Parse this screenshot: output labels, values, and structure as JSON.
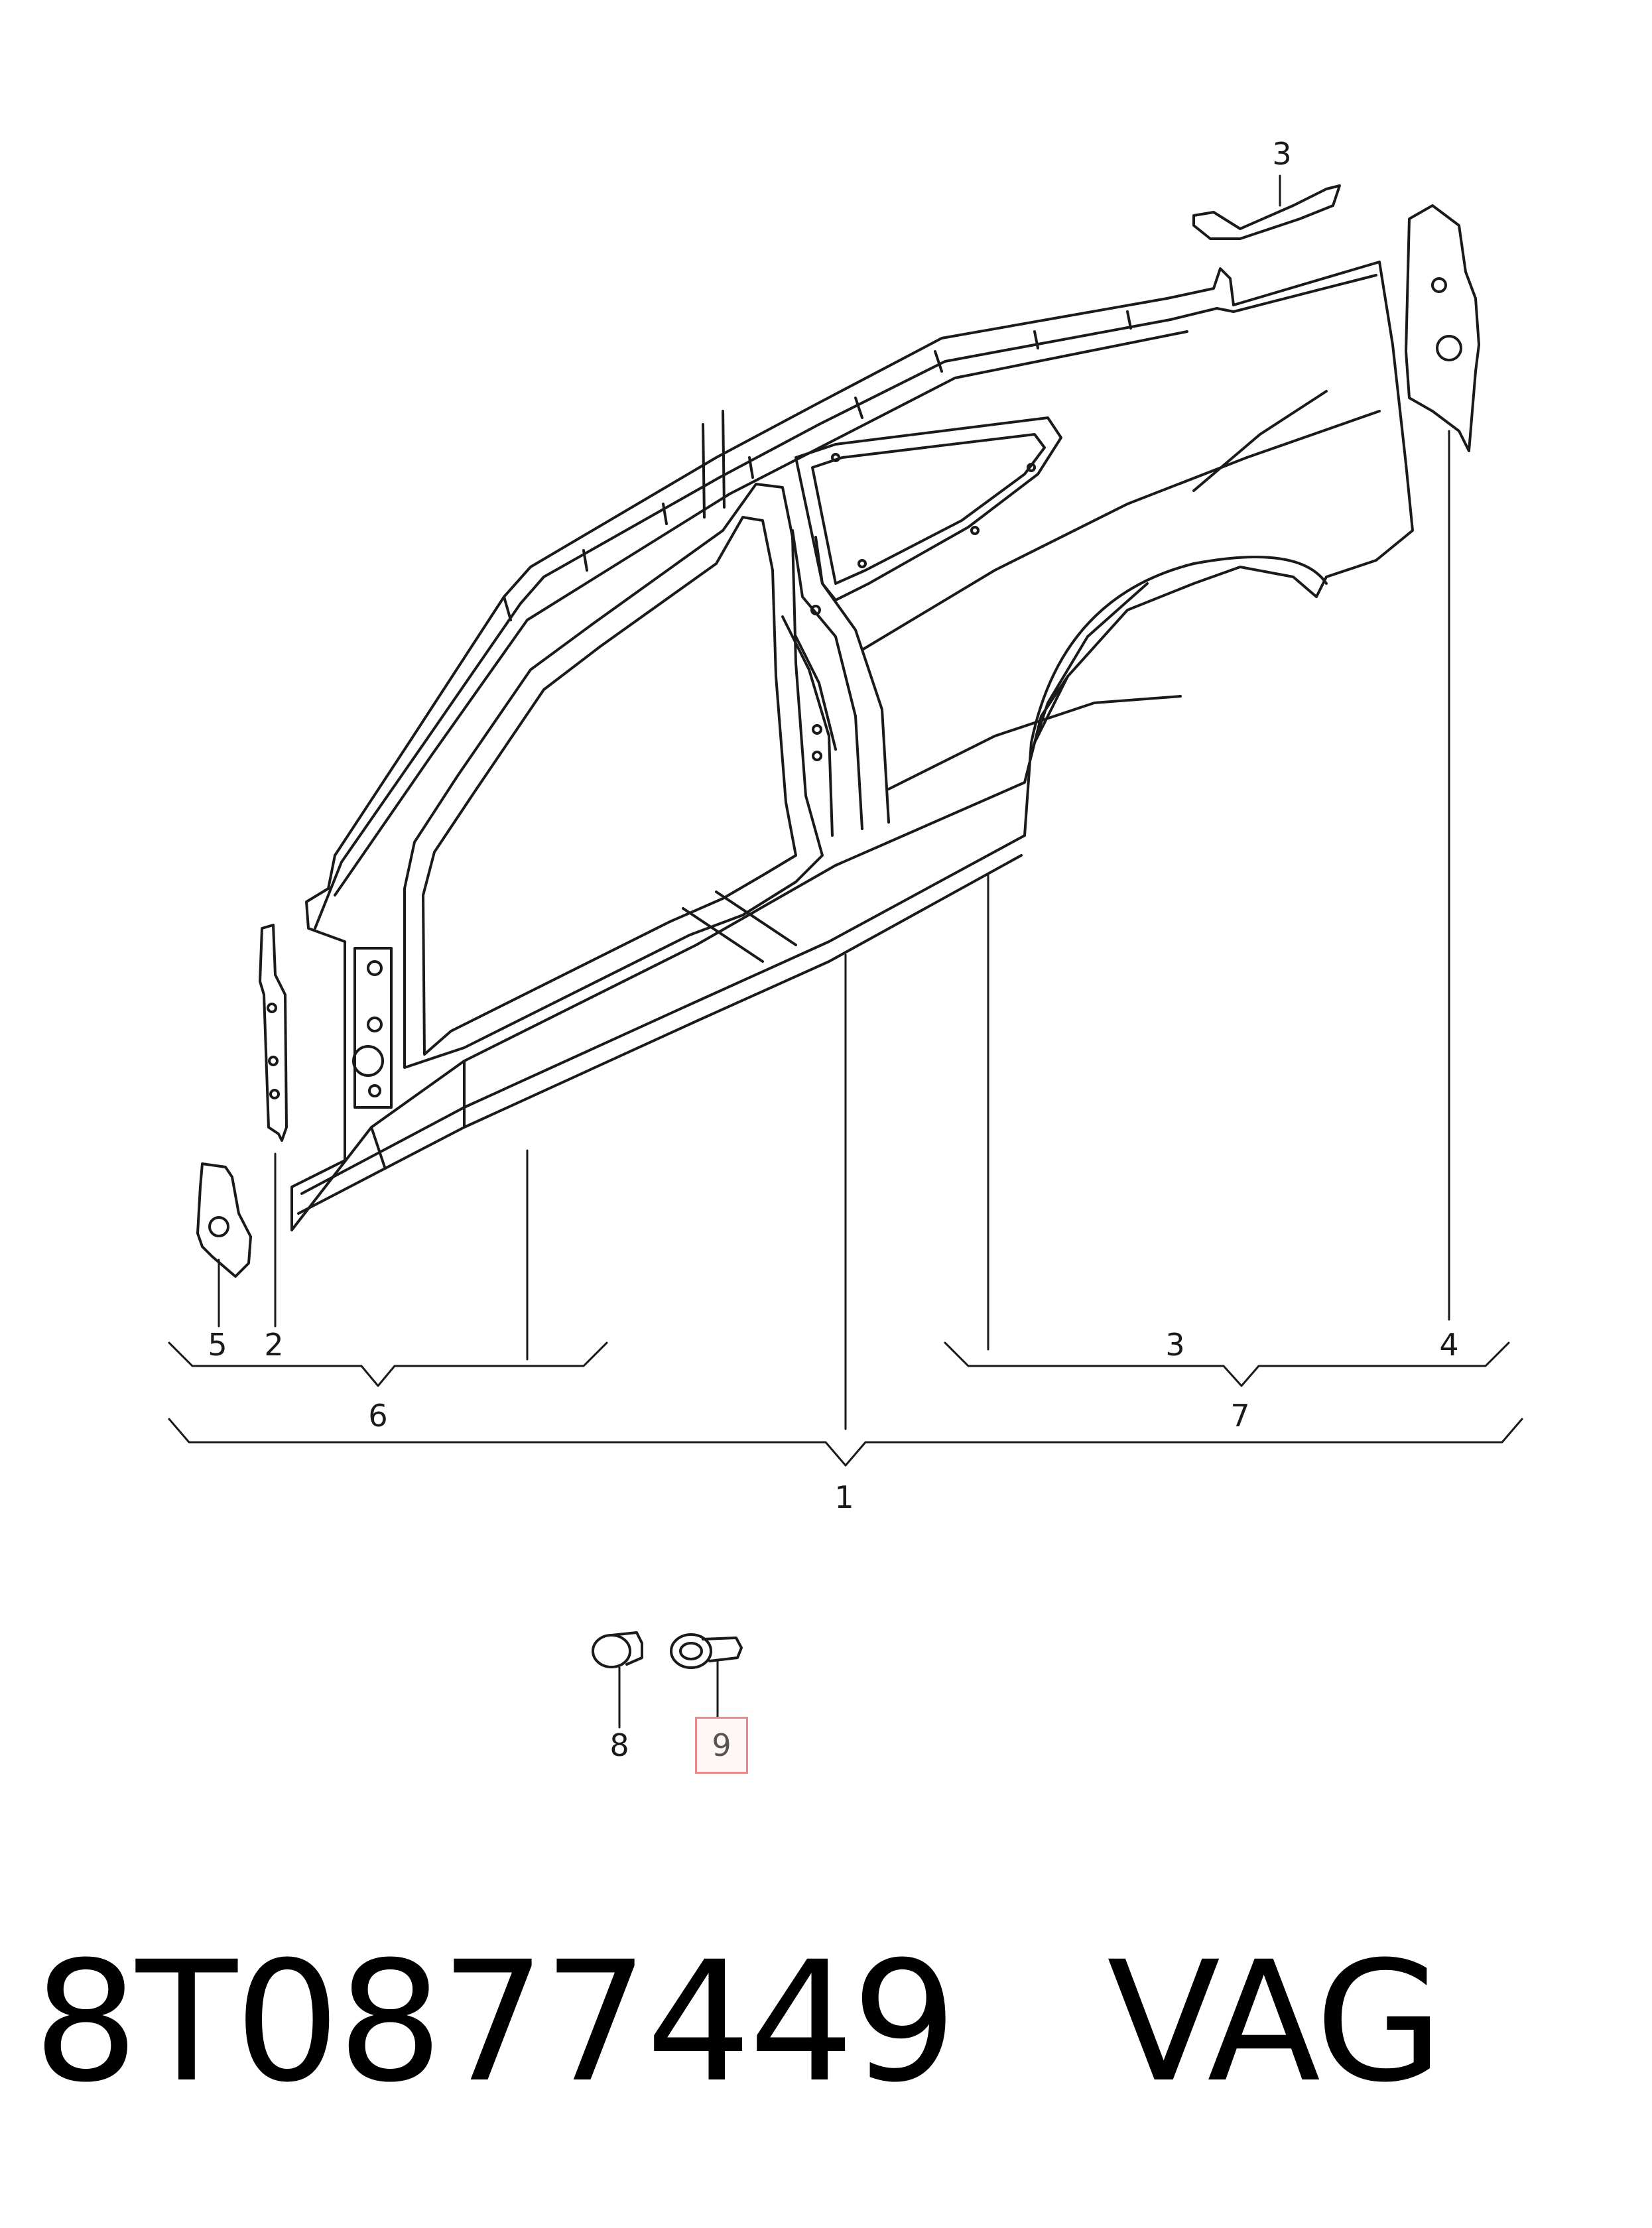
{
  "callouts": {
    "c1": "1",
    "c2": "2",
    "c3_top": "3",
    "c3_bottom": "3",
    "c4": "4",
    "c5": "5",
    "c6": "6",
    "c7": "7",
    "c8": "8",
    "c9": "9"
  },
  "footer": {
    "part_number": "8T0877449",
    "brand": "VAG"
  },
  "highlight_color": "#e88a8a"
}
